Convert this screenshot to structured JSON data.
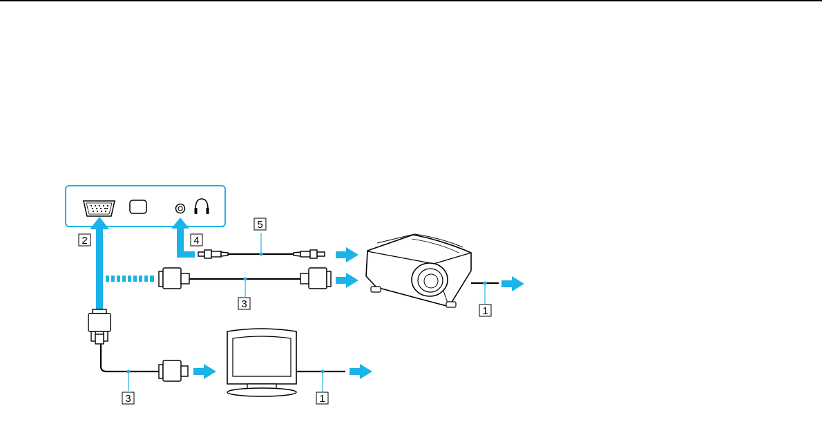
{
  "callouts": {
    "c1": "1",
    "c2": "2",
    "c3": "3",
    "c4": "4",
    "c5": "5"
  },
  "colors": {
    "accent": "#1cb3e8",
    "line": "#000000",
    "background": "#ffffff"
  },
  "icons": {
    "vga_port": "monitor-port-icon",
    "hdmi_port": "hdmi-port-icon",
    "audio_jack": "headphone-jack-icon",
    "headphones": "headphones-icon",
    "projector": "projector-icon",
    "monitor": "monitor-icon"
  }
}
